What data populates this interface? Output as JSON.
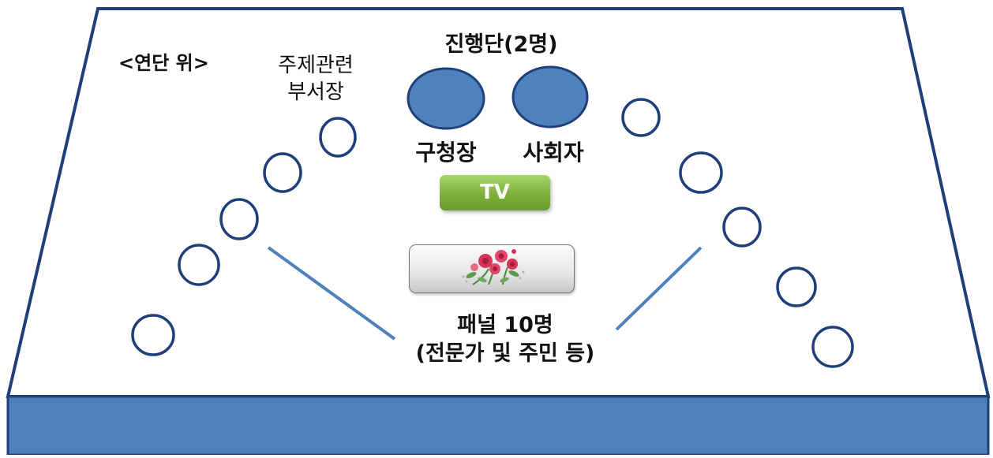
{
  "labels": {
    "stage_top": "<연단 위>",
    "dept_line1": "주제관련",
    "dept_line2": "부서장",
    "hosts": "진행단(2명)",
    "mayor": "구청장",
    "mc": "사회자",
    "tv": "TV",
    "panel_line1": "패널 10명",
    "panel_line2": "(전문가 및 주민 등)"
  },
  "colors": {
    "outline": "#1f3f7a",
    "seat_filled": "#4f81bd",
    "stage_front": "#4f81bd",
    "tv_green": "#7cb03a",
    "flower_red": "#d6335a"
  },
  "icons": {
    "seat": "circle-outline",
    "host_seat": "circle-filled",
    "flower": "rose-bouquet-icon"
  }
}
